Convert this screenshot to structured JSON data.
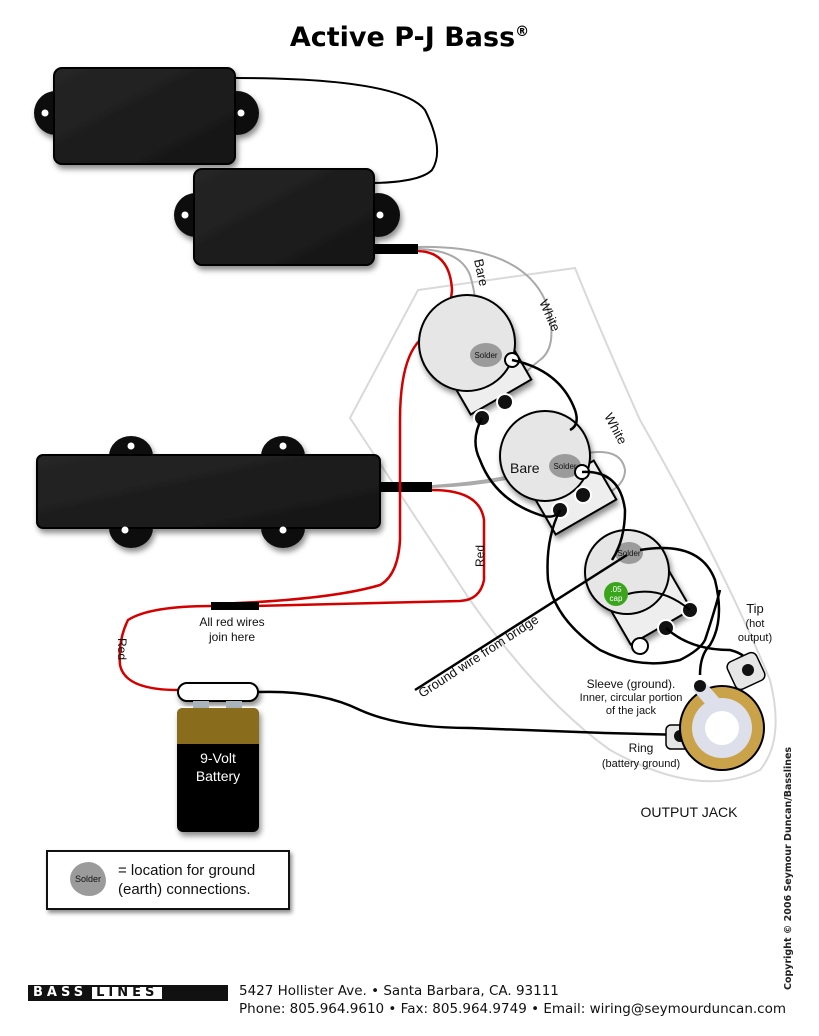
{
  "title": {
    "text": "Active P-J Bass",
    "mark": "®"
  },
  "components": {
    "p_pickup_a": {
      "name": "P-bass pickup coil 1"
    },
    "p_pickup_b": {
      "name": "P-bass pickup coil 2"
    },
    "j_pickup": {
      "name": "J-bass pickup"
    },
    "pot_1": {
      "solder_label": "Solder"
    },
    "pot_2": {
      "solder_label": "Solder"
    },
    "pot_3": {
      "solder_label": "Solder",
      "cap_label_1": ".05",
      "cap_label_2": "cap"
    },
    "battery": {
      "line1": "9-Volt",
      "line2": "Battery"
    },
    "output_jack": {
      "label": "OUTPUT JACK"
    }
  },
  "wire_labels": {
    "bare_1": "Bare",
    "white_1": "White",
    "bare_2": "Bare",
    "white_2": "White",
    "red_1": "Red",
    "red_2": "Red",
    "join_line1": "All red wires",
    "join_line2": "join here",
    "ground": "Ground wire from bridge",
    "tip_line1": "Tip",
    "tip_line2": "(hot",
    "tip_line3": "output)",
    "sleeve_line1": "Sleeve (ground).",
    "sleeve_line2": "Inner, circular portion",
    "sleeve_line3": "of the jack",
    "ring_line1": "Ring",
    "ring_line2": "(battery ground)"
  },
  "legend": {
    "solder_label": "Solder",
    "line1": "= location for ground",
    "line2": "(earth) connections."
  },
  "footer": {
    "logo_part1": "BASS",
    "logo_part2": "LINES",
    "line1": "5427 Hollister Ave. • Santa Barbara, CA. 93111",
    "line2": "Phone: 805.964.9610 • Fax: 805.964.9749 • Email: wiring@seymourduncan.com"
  },
  "copyright": "Copyright © 2006 Seymour Duncan/Basslines",
  "colors": {
    "pickup": "#1e1e1e",
    "red_wire": "#d40000",
    "white_wire": "#a9a9a9",
    "solder": "#9b9b9b",
    "pot_body": "#e6e6e6",
    "cap": "#3aa51c",
    "jack_ring": "#c9a24a",
    "battery_top": "#8a6d1e"
  }
}
